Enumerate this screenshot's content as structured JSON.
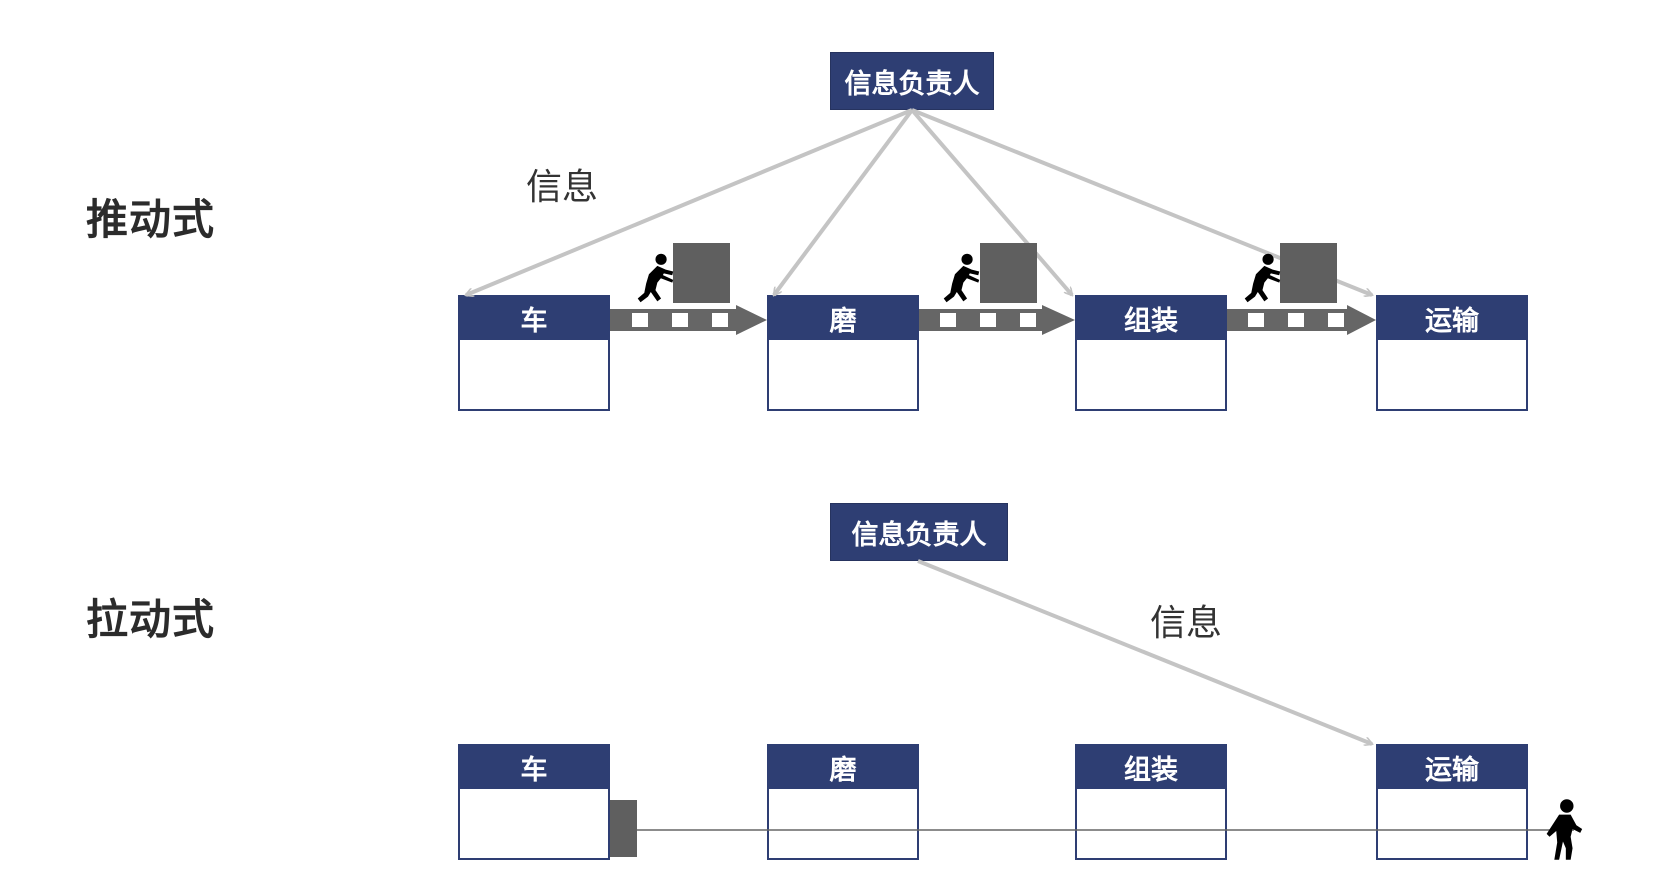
{
  "push": {
    "section_label": "推动式",
    "coordinator_label": "信息负责人",
    "info_label": "信息",
    "stations": [
      "车",
      "磨",
      "组装",
      "运输"
    ]
  },
  "pull": {
    "section_label": "拉动式",
    "coordinator_label": "信息负责人",
    "info_label": "信息",
    "stations": [
      "车",
      "磨",
      "组装",
      "运输"
    ]
  },
  "colors": {
    "station_header": "#2e3e73",
    "arrow": "#c4c4c4",
    "conveyor": "#666666",
    "package": "#5f5f5f",
    "worker": "#000000"
  },
  "icons": [
    "pushing-worker-icon",
    "pulling-worker-icon",
    "package-icon",
    "conveyor-arrow-icon"
  ]
}
